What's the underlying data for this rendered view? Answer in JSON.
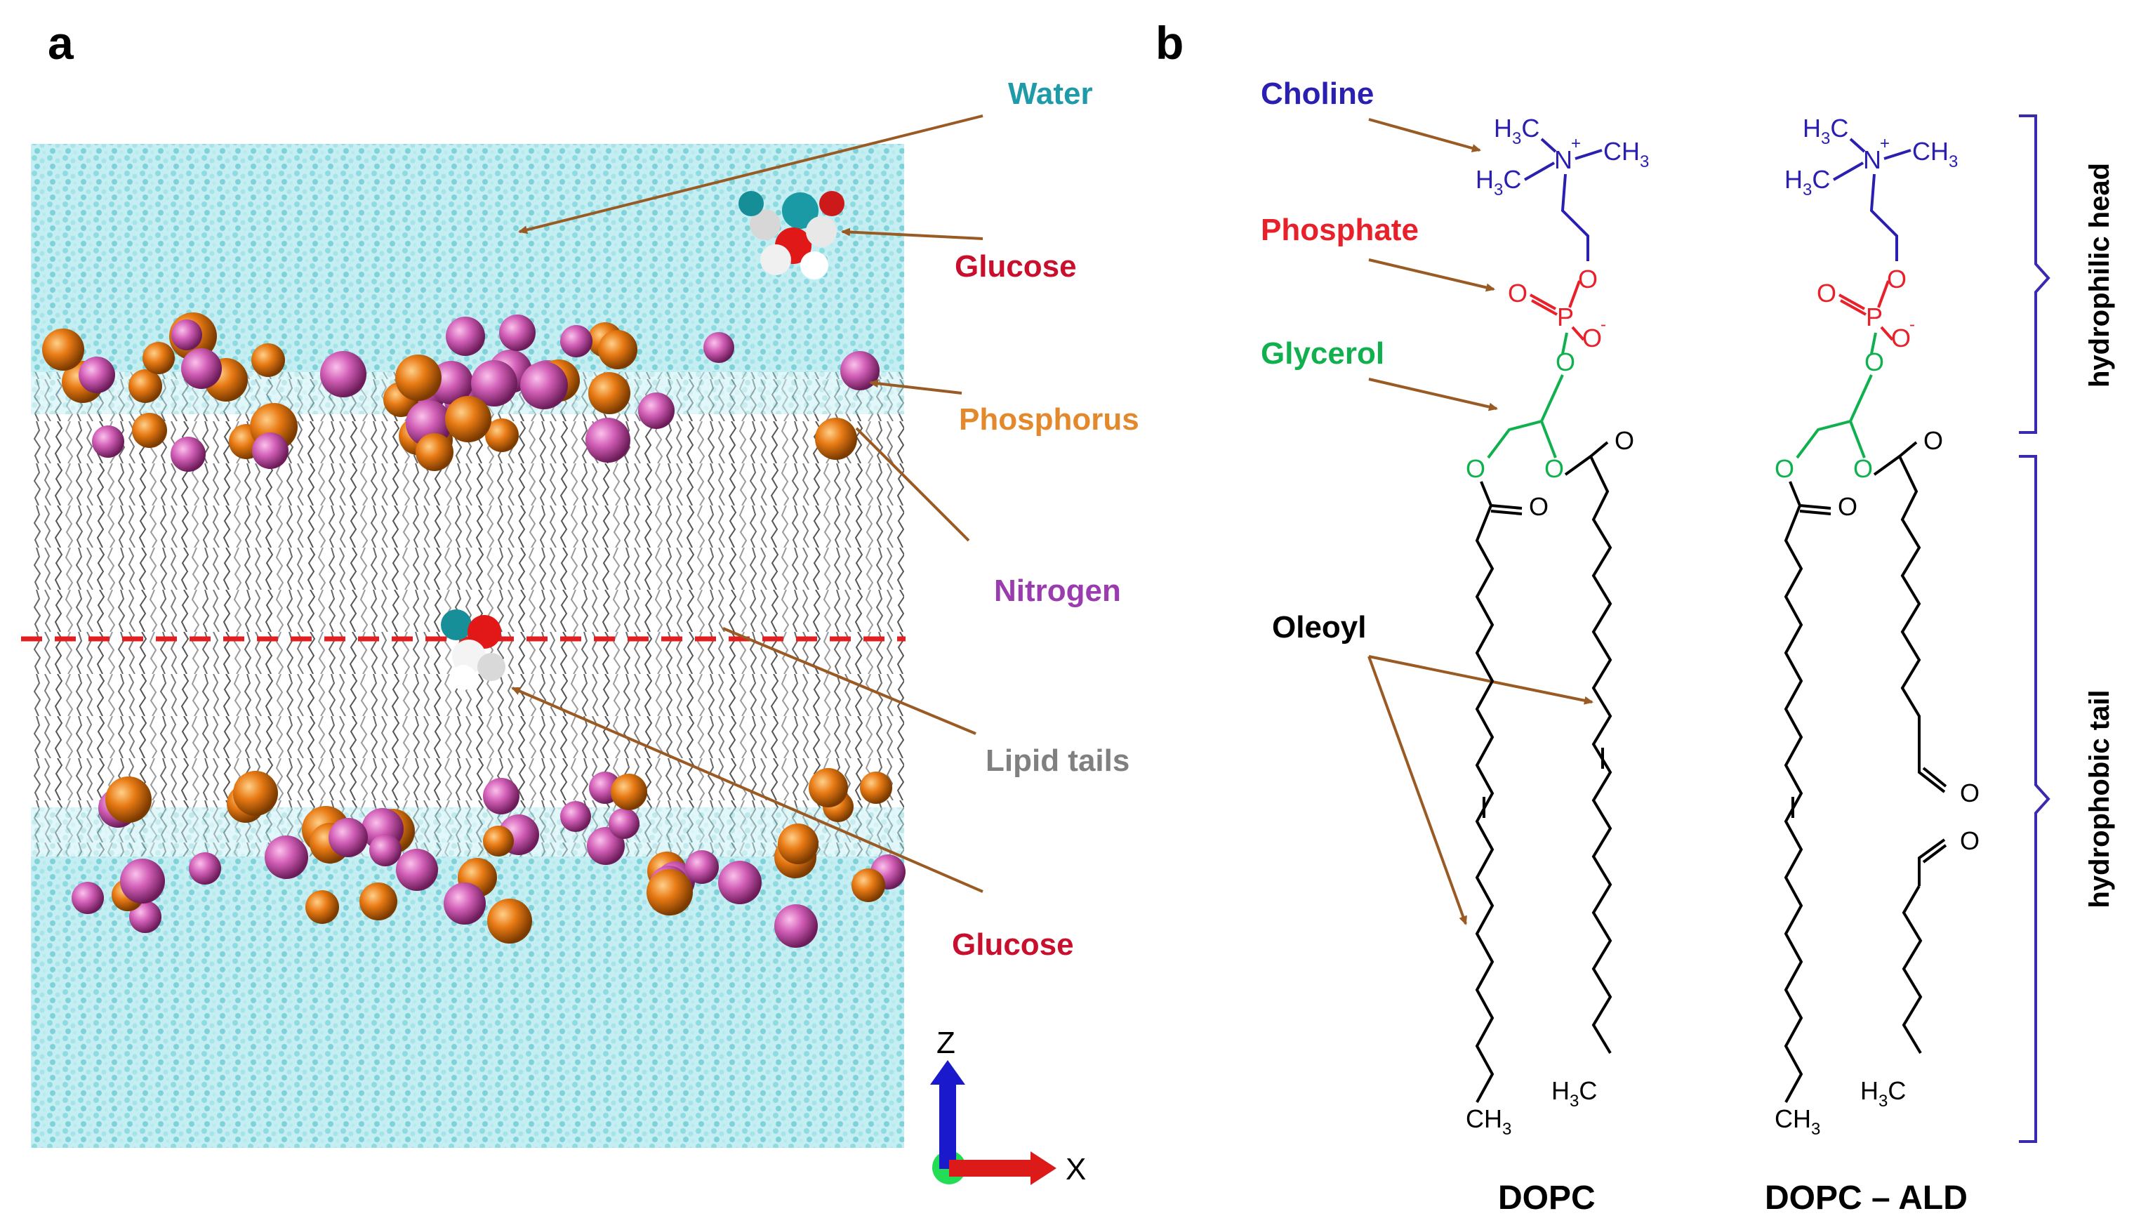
{
  "panels": {
    "a": {
      "letter": "a"
    },
    "b": {
      "letter": "b"
    }
  },
  "sim_labels": {
    "water": "Water",
    "glucose_top": "Glucose",
    "phosphorus": "Phosphorus",
    "nitrogen": "Nitrogen",
    "lipid_tails": "Lipid tails",
    "glucose_bottom": "Glucose"
  },
  "axes": {
    "z": "Z",
    "x": "X"
  },
  "group_labels": {
    "choline": "Choline",
    "phosphate": "Phosphate",
    "glycerol": "Glycerol",
    "oleoyl": "Oleoyl"
  },
  "atoms": {
    "h3c": "H",
    "three": "3",
    "c": "C",
    "ch": "CH",
    "n": "N",
    "plus": "+",
    "o": "O",
    "p": "P",
    "minus": "-"
  },
  "regions": {
    "head": "hydrophilic head",
    "tail": "hydrophobic tail"
  },
  "molecules": {
    "dopc": "DOPC",
    "dopc_ald": "DOPC – ALD"
  },
  "colors": {
    "water": "#1f9aa8",
    "glucose": "#c8102e",
    "phosphorus": "#e3892b",
    "nitrogen": "#9b3bb0",
    "lipid": "#808080",
    "choline": "#2a1fb0",
    "phosphate": "#e8202a",
    "glycerol": "#11b04f",
    "arrow": "#9a5a24",
    "bracket": "#3a2ab0"
  }
}
